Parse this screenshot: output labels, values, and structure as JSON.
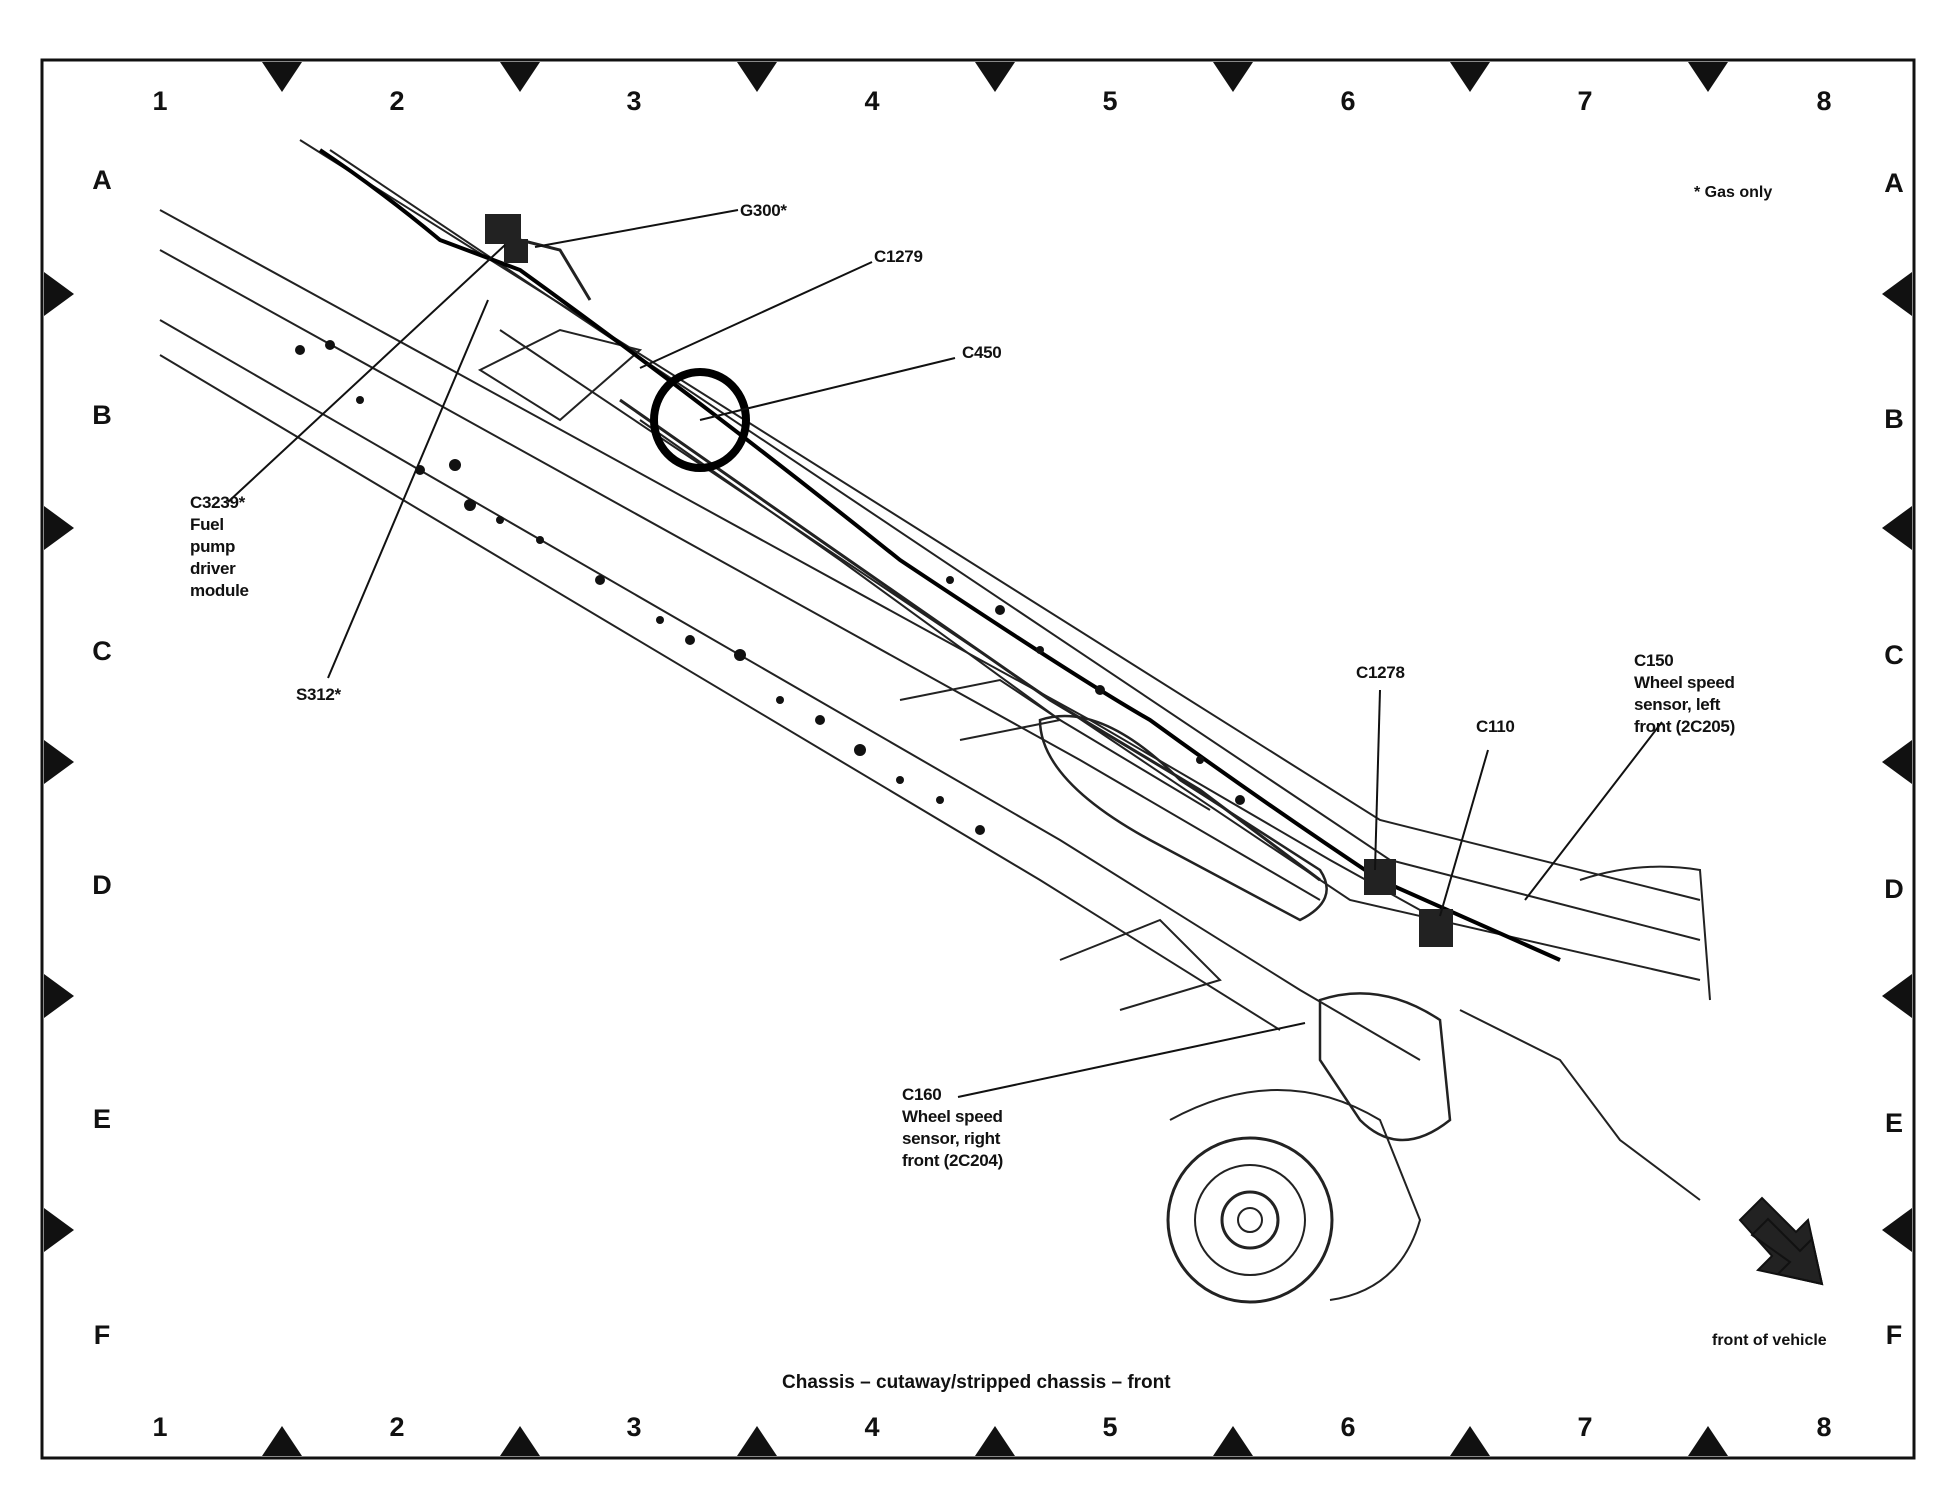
{
  "diagram": {
    "columns": [
      "1",
      "2",
      "3",
      "4",
      "5",
      "6",
      "7",
      "8"
    ],
    "rows": [
      "A",
      "B",
      "C",
      "D",
      "E",
      "F"
    ],
    "caption": "Chassis – cutaway/stripped chassis – front",
    "note": "* Gas only",
    "orientation_label": "front of vehicle",
    "callouts": [
      {
        "id": "g300",
        "lines": [
          "G300*"
        ]
      },
      {
        "id": "c1279",
        "lines": [
          "C1279"
        ]
      },
      {
        "id": "c450",
        "lines": [
          "C450"
        ]
      },
      {
        "id": "c3239",
        "lines": [
          "C3239*",
          "Fuel",
          "pump",
          "driver",
          "module"
        ]
      },
      {
        "id": "s312",
        "lines": [
          "S312*"
        ]
      },
      {
        "id": "c1278",
        "lines": [
          "C1278"
        ]
      },
      {
        "id": "c110",
        "lines": [
          "C110"
        ]
      },
      {
        "id": "c150",
        "lines": [
          "C150",
          "Wheel speed",
          "sensor, left",
          "front (2C205)"
        ]
      },
      {
        "id": "c160",
        "lines": [
          "C160",
          "Wheel speed",
          "sensor, right",
          "front (2C204)"
        ]
      }
    ]
  }
}
